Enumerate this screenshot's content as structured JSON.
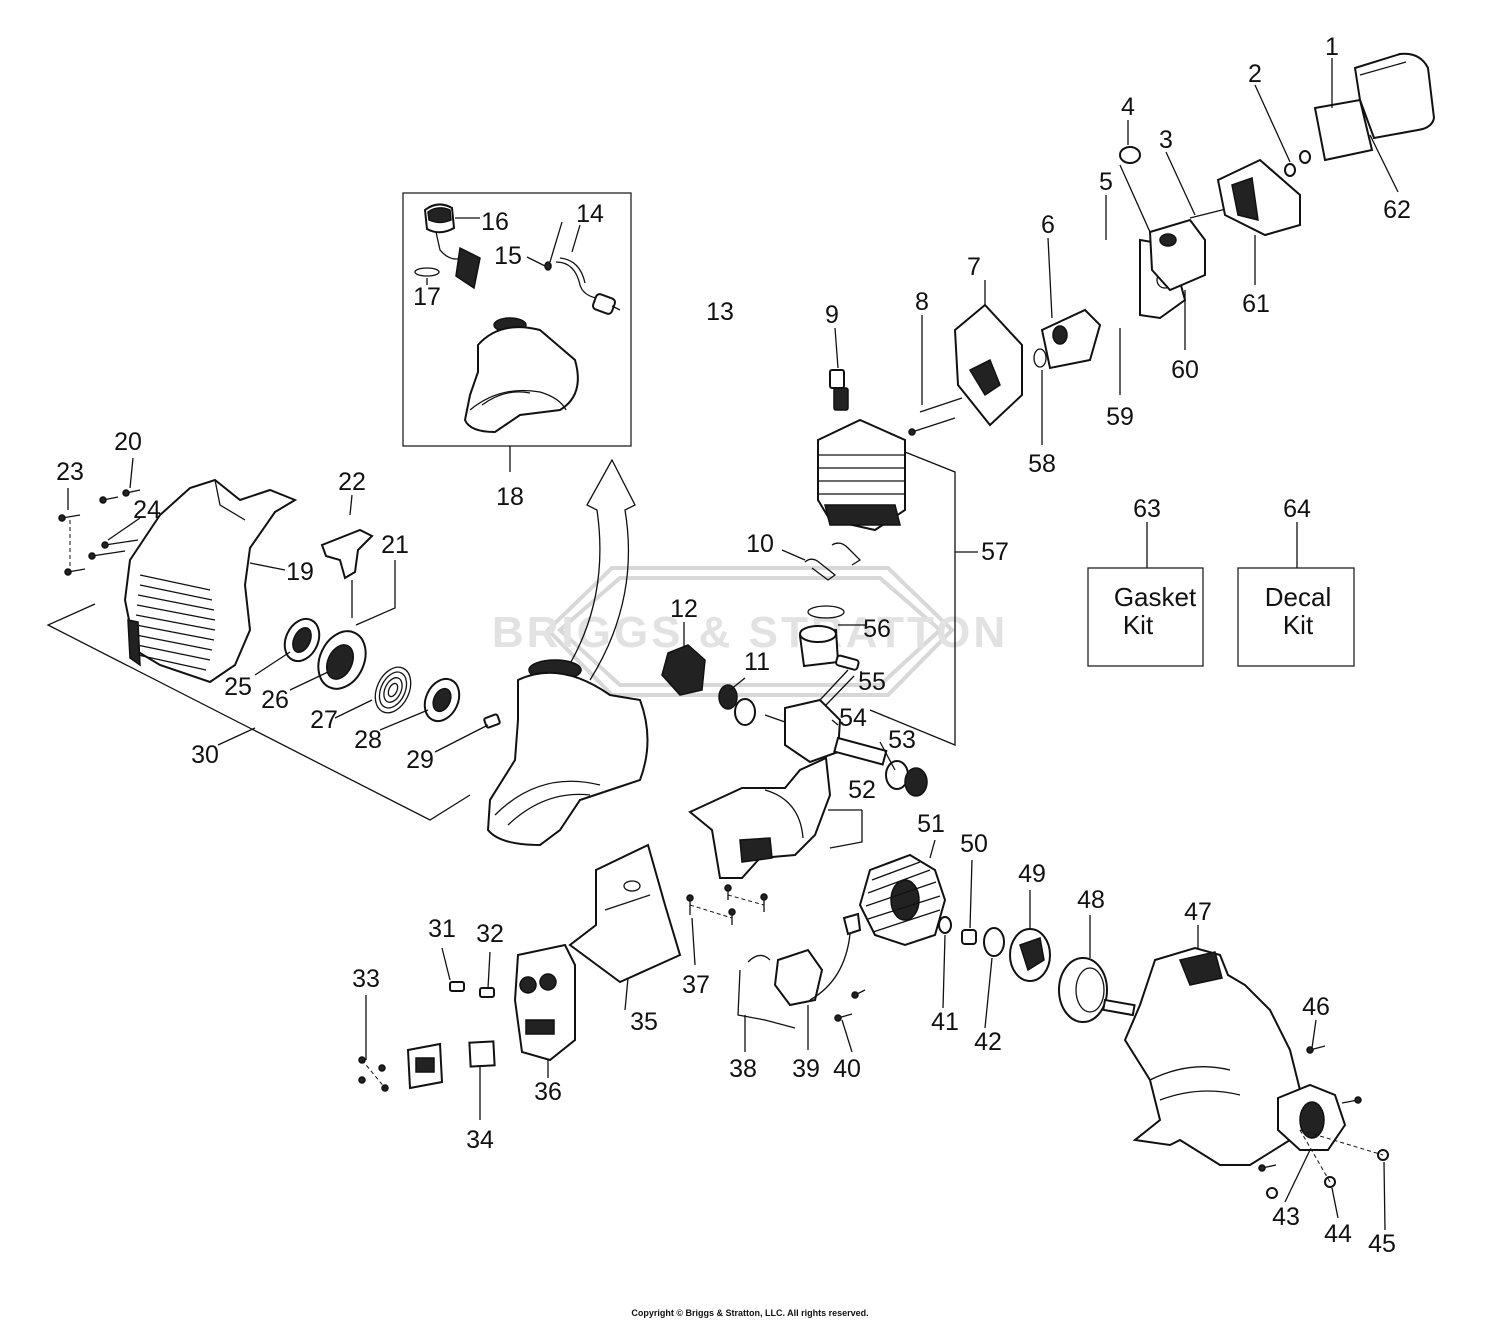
{
  "callouts": {
    "n1": "1",
    "n2": "2",
    "n3": "3",
    "n4": "4",
    "n5": "5",
    "n6": "6",
    "n7": "7",
    "n8": "8",
    "n9": "9",
    "n10": "10",
    "n11": "11",
    "n12": "12",
    "n13": "13",
    "n14": "14",
    "n15": "15",
    "n16": "16",
    "n17": "17",
    "n18": "18",
    "n19": "19",
    "n20": "20",
    "n21": "21",
    "n22": "22",
    "n23": "23",
    "n24": "24",
    "n25": "25",
    "n26": "26",
    "n27": "27",
    "n28": "28",
    "n29": "29",
    "n30": "30",
    "n31": "31",
    "n32": "32",
    "n33": "33",
    "n34": "34",
    "n35": "35",
    "n36": "36",
    "n37": "37",
    "n38": "38",
    "n39": "39",
    "n40": "40",
    "n41": "41",
    "n42": "42",
    "n43": "43",
    "n44": "44",
    "n45": "45",
    "n46": "46",
    "n47": "47",
    "n48": "48",
    "n49": "49",
    "n50": "50",
    "n51": "51",
    "n52": "52",
    "n53": "53",
    "n54": "54",
    "n55": "55",
    "n56": "56",
    "n57": "57",
    "n58": "58",
    "n59": "59",
    "n60": "60",
    "n61": "61",
    "n62": "62",
    "n63": "63",
    "n64": "64"
  },
  "kits": {
    "gasket_line1": "Gasket",
    "gasket_line2": "Kit",
    "decal_line1": "Decal",
    "decal_line2": "Kit"
  },
  "watermark": "BRIGGS & STRATTON",
  "copyright": "Copyright © Briggs & Stratton, LLC. All rights reserved."
}
